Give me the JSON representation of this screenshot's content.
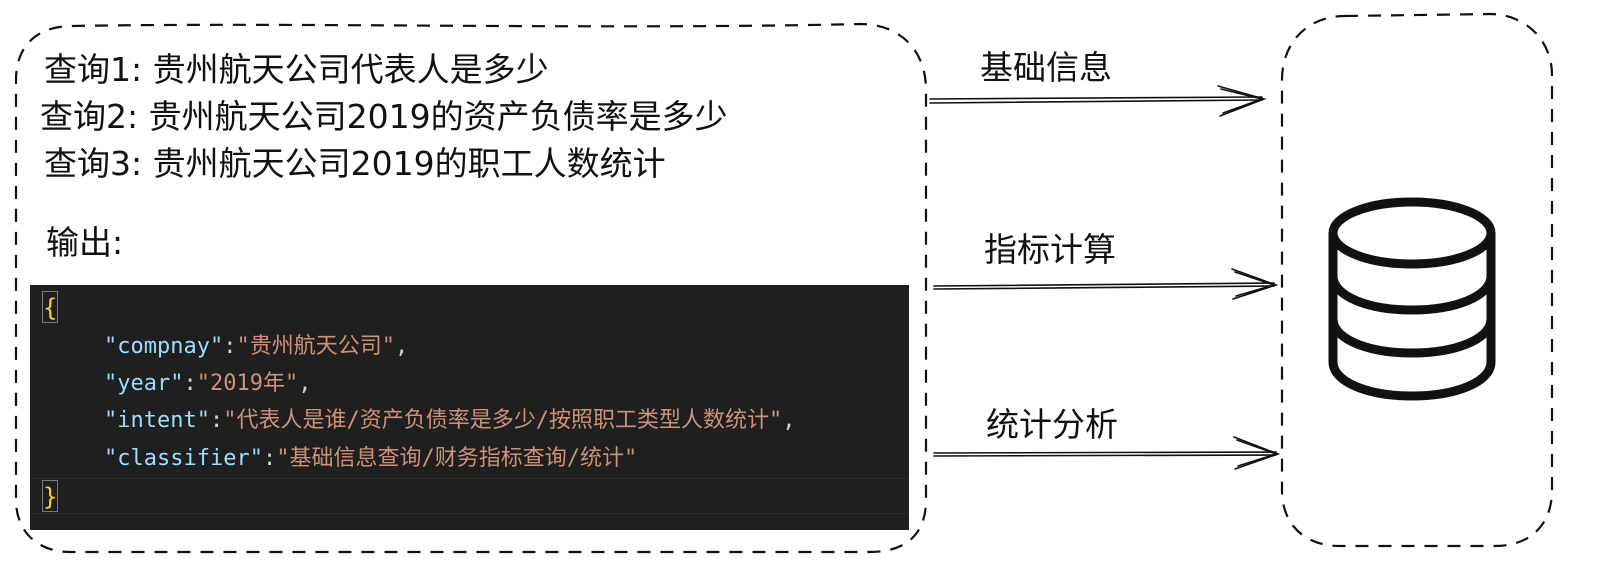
{
  "queries": [
    "查询1: 贵州航天公司代表人是多少",
    "查询2: 贵州航天公司2019的资产负债率是多少",
    "查询3: 贵州航天公司2019的职工人数统计"
  ],
  "output_label": "输出:",
  "code": {
    "open_brace": "{",
    "close_brace": "}",
    "lines": [
      {
        "key": "\"compnay\"",
        "sep": ":",
        "value": "\"贵州航天公司\"",
        "end": ","
      },
      {
        "key": "\"year\"",
        "sep": ":",
        "value": "\"2019年\"",
        "end": ","
      },
      {
        "key": "\"intent\"",
        "sep": ":",
        "value": "\"代表人是谁/资产负债率是多少/按照职工类型人数统计\"",
        "end": ","
      },
      {
        "key": "\"classifier\"",
        "sep": ":",
        "value": "\"基础信息查询/财务指标查询/统计\"",
        "end": ""
      }
    ]
  },
  "arrows": [
    {
      "label": "基础信息"
    },
    {
      "label": "指标计算"
    },
    {
      "label": "统计分析"
    }
  ],
  "database": {
    "icon": "database-icon"
  },
  "colors": {
    "code_bg": "#1f1f1f",
    "code_key": "#9cdcfe",
    "code_value": "#ce9178",
    "brace": "#f7d21d",
    "stroke": "#111111"
  }
}
